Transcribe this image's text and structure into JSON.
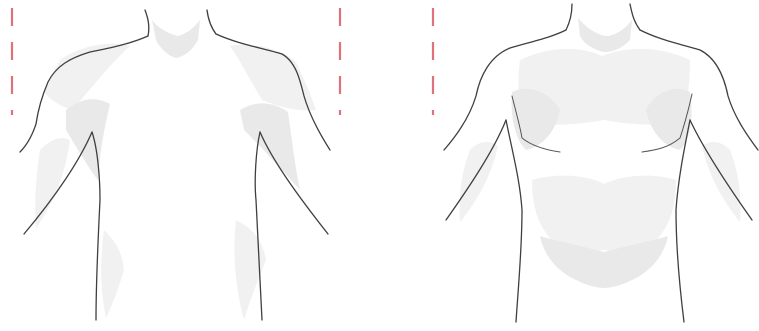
{
  "figure": {
    "panels": [
      {
        "view": "back",
        "icon": "back-torso-outline"
      },
      {
        "view": "front",
        "icon": "front-torso-outline"
      }
    ],
    "colors": {
      "outline": "#3f3f3f",
      "shading": "#e9e9e9",
      "marker": "#e0707a"
    },
    "marker_style": "dashed-vertical"
  }
}
